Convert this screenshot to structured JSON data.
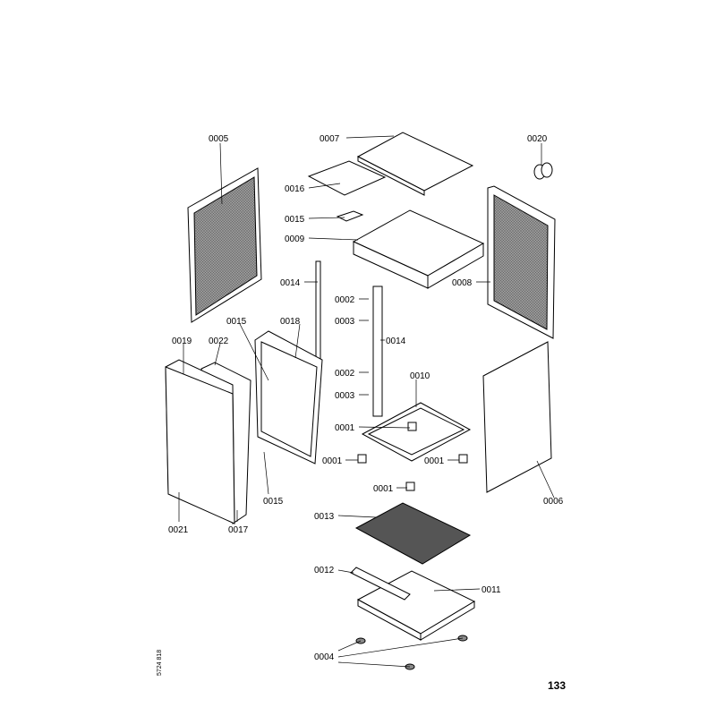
{
  "page_number": "133",
  "doc_code": "5724 818",
  "labels": {
    "p0005": "0005",
    "p0007": "0007",
    "p0020": "0020",
    "p0016": "0016",
    "p0015a": "0015",
    "p0009": "0009",
    "p0014a": "0014",
    "p0002a": "0002",
    "p0003a": "0003",
    "p0014b": "0014",
    "p0008": "0008",
    "p0015b": "0015",
    "p0018": "0018",
    "p0019": "0019",
    "p0022": "0022",
    "p0002b": "0002",
    "p0003b": "0003",
    "p0010": "0010",
    "p0001a": "0001",
    "p0001b": "0001",
    "p0001c": "0001",
    "p0001d": "0001",
    "p0006": "0006",
    "p0015c": "0015",
    "p0021": "0021",
    "p0017": "0017",
    "p0013": "0013",
    "p0012": "0012",
    "p0011": "0011",
    "p0004": "0004"
  }
}
